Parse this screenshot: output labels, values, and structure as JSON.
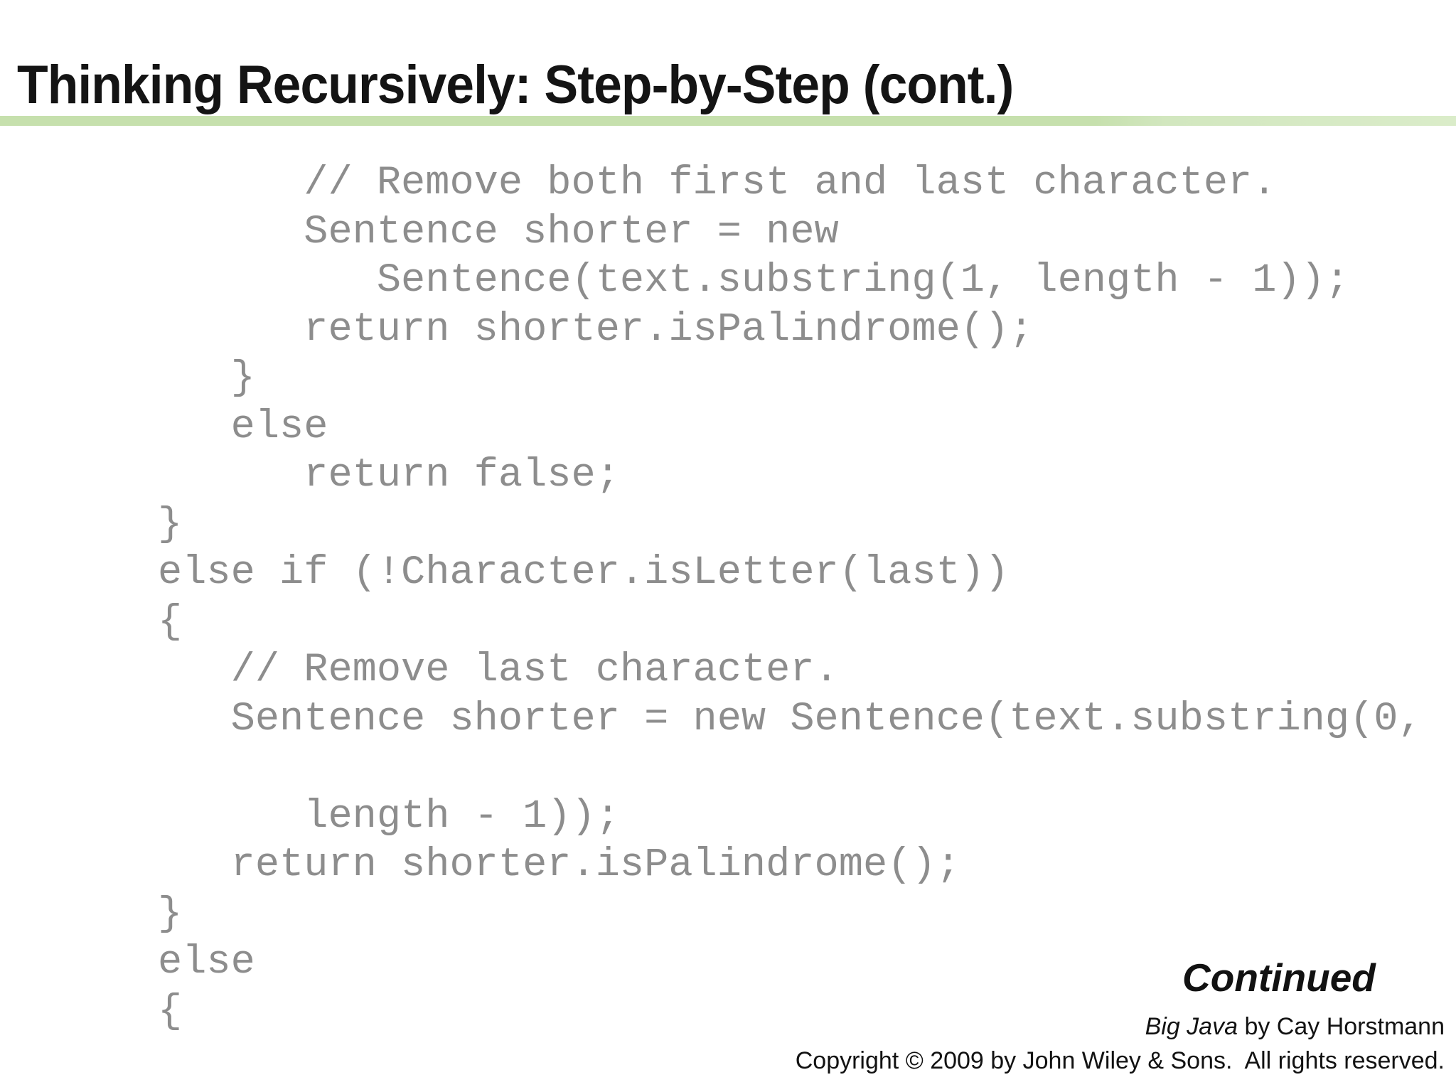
{
  "slide": {
    "title": "Thinking Recursively: Step-by-Step (cont.)",
    "code_lines": [
      "      // Remove both first and last character.",
      "      Sentence shorter = new",
      "         Sentence(text.substring(1, length - 1));",
      "      return shorter.isPalindrome();",
      "   }",
      "   else",
      "      return false;",
      "}",
      "else if (!Character.isLetter(last))",
      "{",
      "   // Remove last character.",
      "   Sentence shorter = new Sentence(text.substring(0,",
      "",
      "      length - 1));",
      "   return shorter.isPalindrome();",
      "}",
      "else",
      "{"
    ],
    "footer": {
      "continued_label": "Continued",
      "credit_book_title": "Big Java",
      "credit_rest": " by Cay Horstmann",
      "copyright": "Copyright © 2009 by John Wiley & Sons.  All rights reserved."
    },
    "colors": {
      "accent_bar_green": "#c6e0ad",
      "code_text_gray": "#8d8d8d",
      "title_black": "#141414"
    }
  }
}
